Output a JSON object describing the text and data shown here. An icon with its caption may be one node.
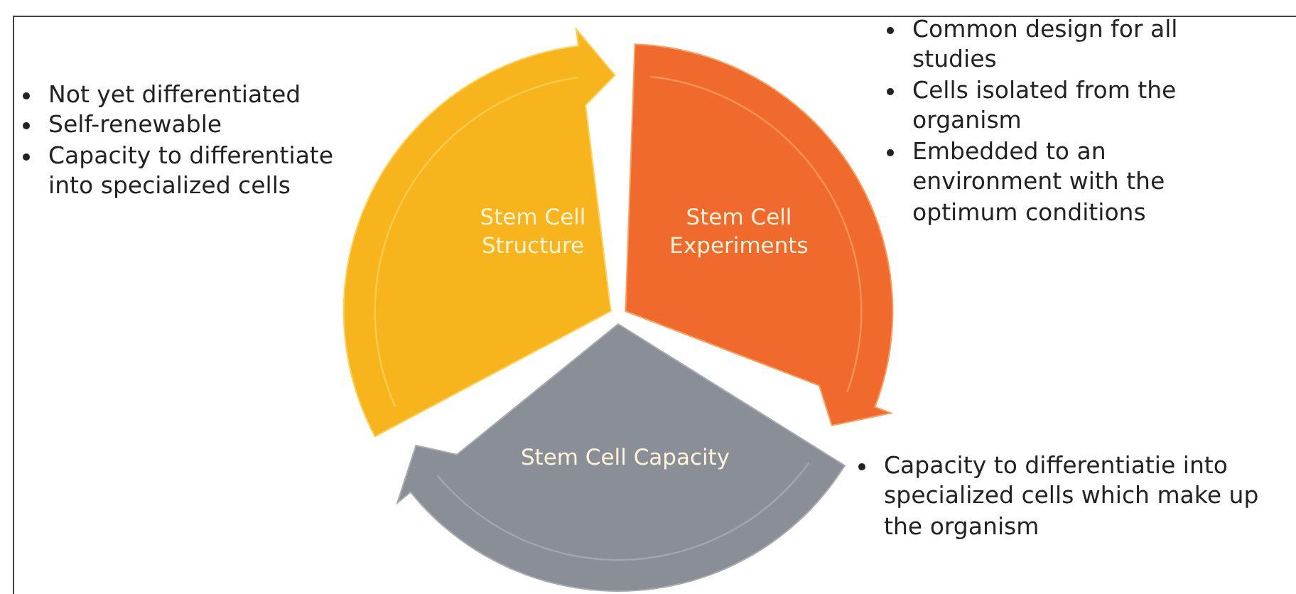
{
  "diagram": {
    "nodes": [
      {
        "text": [
          "Stem Cell Structure"
        ],
        "beside": [
          "Not yet differentiated",
          "Self-renewable",
          "Capacity to differentiate into specialized cells"
        ]
      },
      {
        "text": [
          "Stem Cell Experiments"
        ],
        "beside": [
          "Common design for all studies",
          "Cells isolated from the organism",
          "Embedded to an environment with the optimum conditions"
        ]
      },
      {
        "text": [
          "Stem Cell Capacity"
        ],
        "beside": [
          "Capacity to differentiatie into specialized cells which make up the organism"
        ]
      }
    ]
  }
}
